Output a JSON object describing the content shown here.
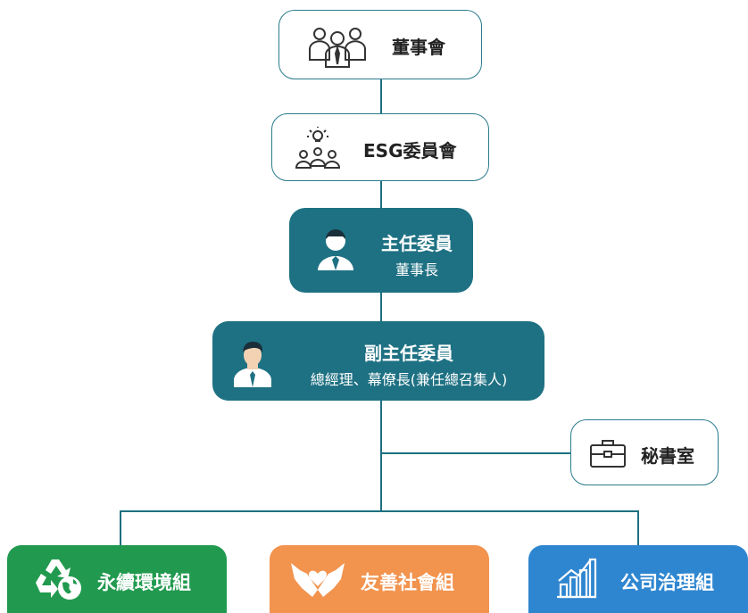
{
  "nodes": {
    "board": {
      "label": "董事會",
      "icon": "board-members-icon"
    },
    "esg_committee": {
      "label": "ESG委員會",
      "icon": "idea-team-icon"
    },
    "chair": {
      "title": "主任委員",
      "subtitle": "董事長",
      "icon": "chairman-icon"
    },
    "vice_chair": {
      "title": "副主任委員",
      "subtitle": "總經理、幕僚長(兼任總召集人)",
      "icon": "executive-icon"
    },
    "secretariat": {
      "label": "秘書室",
      "icon": "briefcase-icon"
    }
  },
  "groups": [
    {
      "label": "永續環境組",
      "color": "#219a4f",
      "icon": "recycle-globe-icon"
    },
    {
      "label": "友善社會組",
      "color": "#f2934e",
      "icon": "caring-hands-icon"
    },
    {
      "label": "公司治理組",
      "color": "#2f86d0",
      "icon": "bar-chart-icon"
    }
  ],
  "colors": {
    "teal": "#1e7183",
    "line": "#1e6f80"
  }
}
